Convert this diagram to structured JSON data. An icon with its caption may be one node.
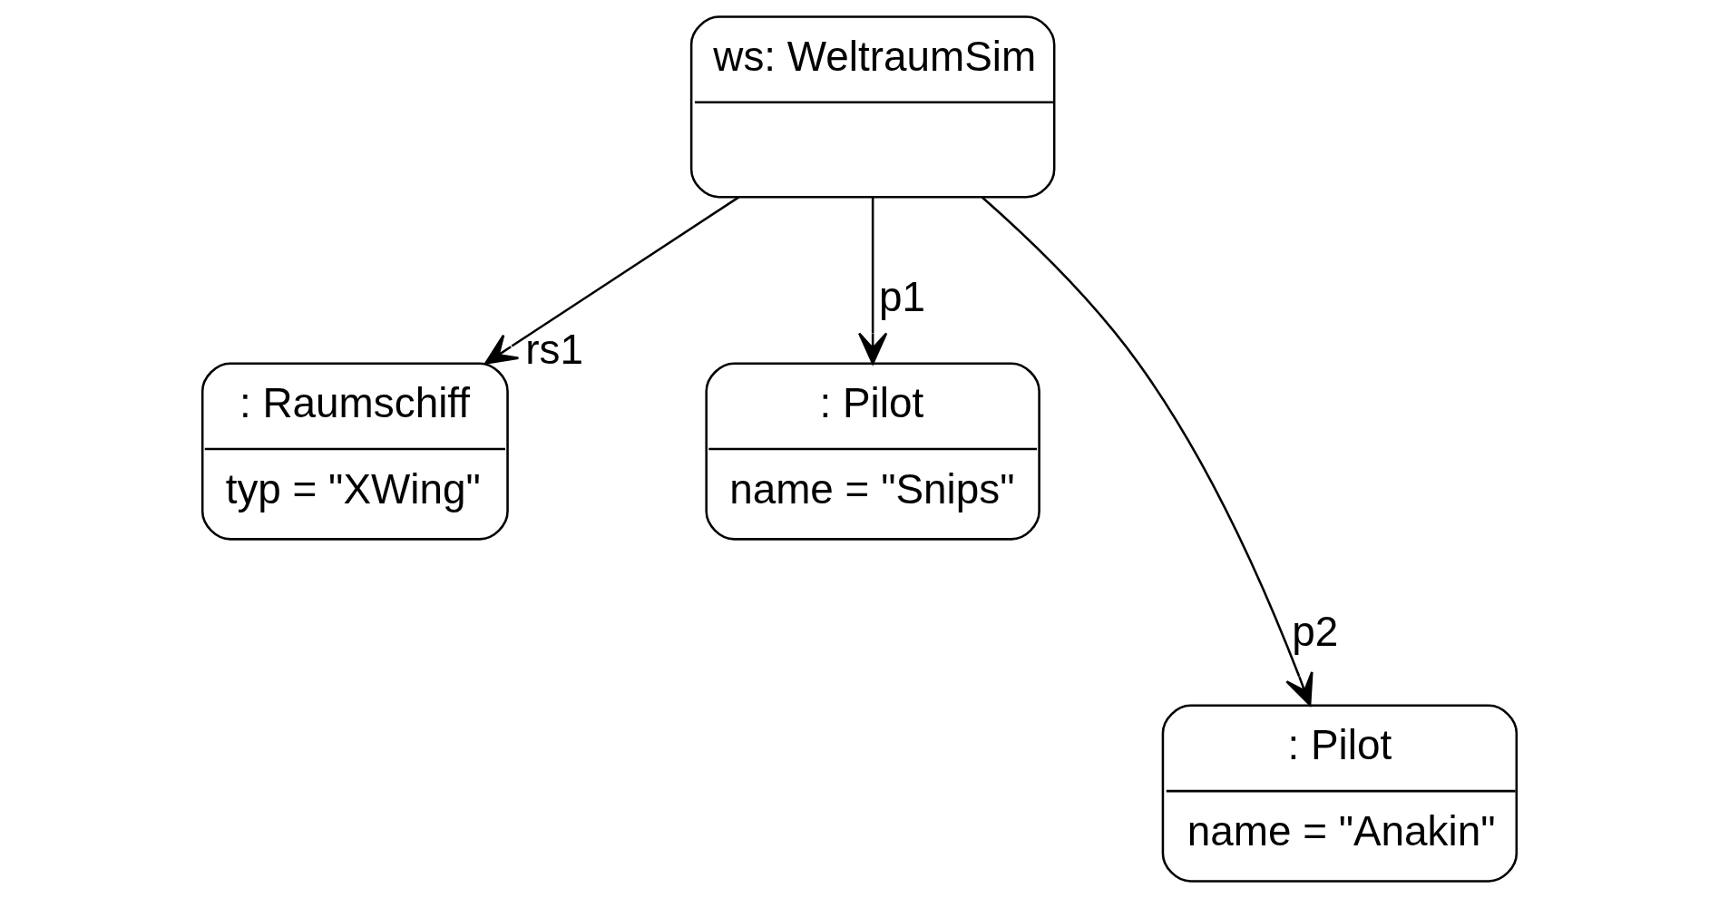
{
  "diagram": {
    "nodes": [
      {
        "text": [
          "ws: WeltraumSim"
        ]
      },
      {
        "text": [
          ": Raumschiff",
          "typ = \"XWing\""
        ]
      },
      {
        "text": [
          ": Pilot",
          "name = \"Snips\""
        ]
      },
      {
        "text": [
          ": Pilot",
          "name = \"Anakin\""
        ]
      }
    ],
    "edges": [
      {
        "from": 0,
        "to": 1,
        "arrow": "to",
        "label": "rs1"
      },
      {
        "from": 0,
        "to": 2,
        "arrow": "to",
        "label": "p1"
      },
      {
        "from": 0,
        "to": 3,
        "arrow": "to",
        "label": "p2"
      }
    ]
  }
}
